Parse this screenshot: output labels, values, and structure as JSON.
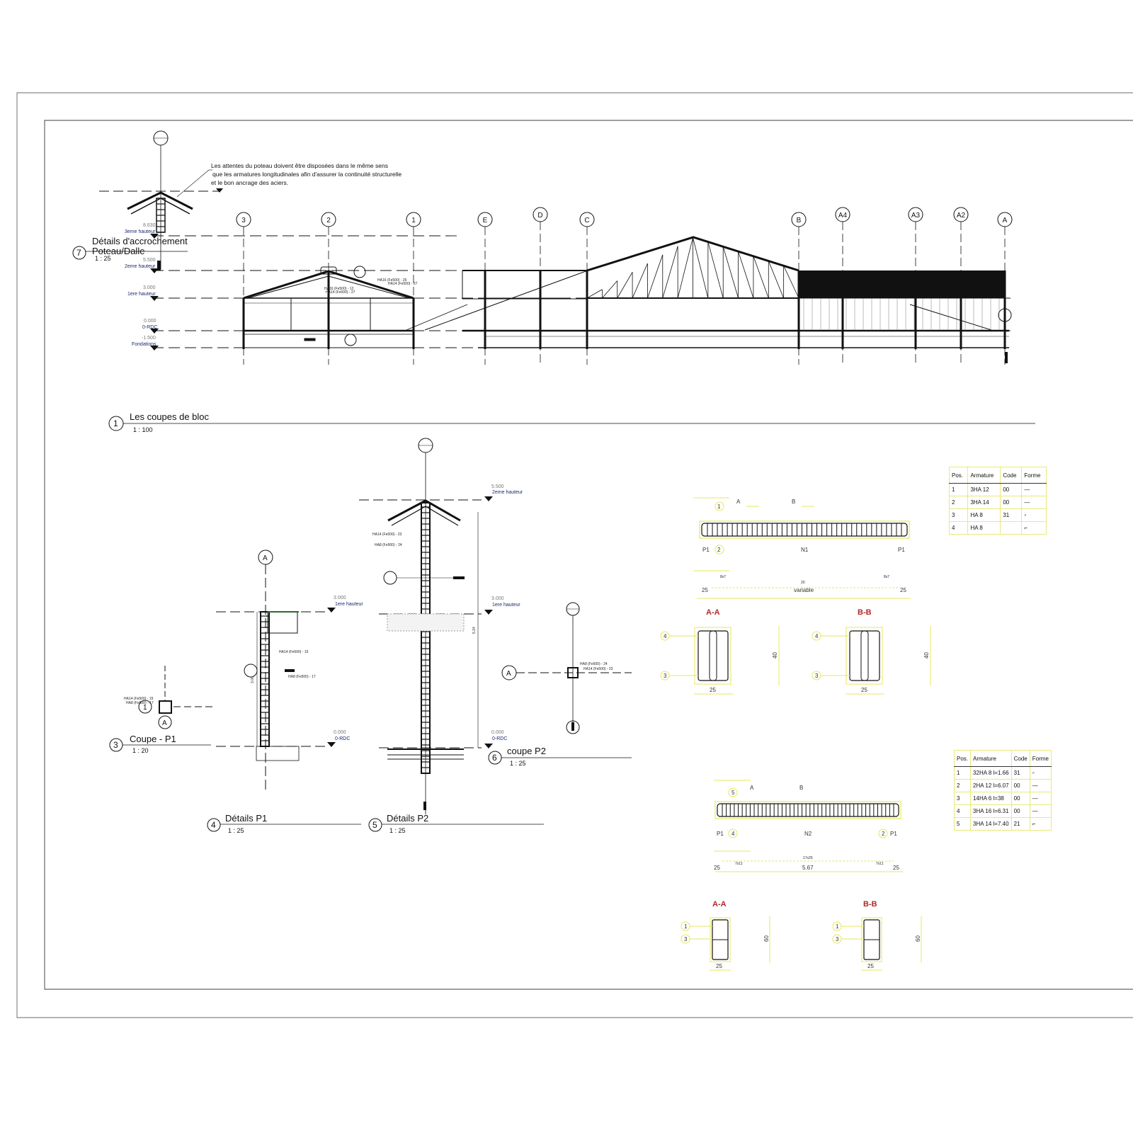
{
  "note": [
    "Les attentes du poteau doivent être disposées dans le même sens",
    "que les armatures longitudinales afin d'assurer la continuité structurelle",
    "et le bon ancrage des aciers."
  ],
  "grid_top": [
    "3",
    "2",
    "1",
    "E",
    "D",
    "C",
    "B",
    "A4",
    "A3",
    "A2",
    "A"
  ],
  "levels": {
    "l3": {
      "value": "8.630",
      "name": "3eme hauteur"
    },
    "l2": {
      "value": "5.500",
      "name": "2eme hauteur"
    },
    "l1": {
      "value": "3.000",
      "name": "1ere hauteur"
    },
    "l0": {
      "value": "0.000",
      "name": "0-RDC"
    },
    "lf": {
      "value": "-1.500",
      "name": "Fondations"
    }
  },
  "views": {
    "v7": {
      "num": "7",
      "title1": "Détails d'accrochement",
      "title2": "Poteau/Dalle",
      "scale": "1 : 25"
    },
    "v1": {
      "num": "1",
      "title": "Les coupes de bloc",
      "scale": "1 : 100"
    },
    "v3": {
      "num": "3",
      "title": "Coupe - P1",
      "scale": "1 : 20"
    },
    "v4": {
      "num": "4",
      "title": "Détails P1",
      "scale": "1 : 25"
    },
    "v5": {
      "num": "5",
      "title": "Détails P2",
      "scale": "1 : 25"
    },
    "v6": {
      "num": "6",
      "title": "coupe P2",
      "scale": "1 : 25"
    }
  },
  "callouts": {
    "top_a": "HA16 (Fe500) - 26",
    "top_b": "HA14 (Fe500) - 27",
    "top_c": "HA16 (Fe500) - 12",
    "top_d": "HA14 (Fe500) - 27",
    "p1_a": "HA14 (Fe500) - 15",
    "p1_b": "HA8 (Fe500) - 17",
    "p2_a": "HA14 (Fe500) - 23",
    "p2_b": "HA8 (Fe500) - 24",
    "c6_a": "HA8 (Fe500) - 24",
    "c6_b": "HA14 (Fe500) - 23",
    "p2_dim": "5.24",
    "p1_dim": "3.00",
    "grid_a": "A"
  },
  "beam_n1": {
    "name": "N1",
    "support": "P1",
    "pos1": "1",
    "pos2": "2",
    "sec_a": "A",
    "sec_b": "B",
    "dim_left": "25",
    "dim_mid": "variable",
    "dim_right": "25",
    "sp_left": "8x7",
    "sp_mid": "20",
    "sp_right": "8x7",
    "section_aa": "A-A",
    "section_bb": "B-B",
    "pos3": "3",
    "pos4": "4",
    "height": "40",
    "width": "25"
  },
  "beam_n2": {
    "name": "N2",
    "support": "P1",
    "pos5": "5",
    "pos4": "4",
    "pos2": "2",
    "sec_a": "A",
    "sec_b": "B",
    "dim_left": "25",
    "dim_mid": "5.67",
    "dim_right": "25",
    "sp_left": "7x11",
    "sp_mid": "17x25",
    "sp_right": "7x11",
    "section_aa": "A-A",
    "section_bb": "B-B",
    "pos1": "1",
    "pos3": "3",
    "height": "60",
    "width": "25"
  },
  "table1": {
    "headers": [
      "Pos.",
      "Armature",
      "Code",
      "Forme"
    ],
    "rows": [
      [
        "1",
        "3HA 12",
        "00"
      ],
      [
        "2",
        "3HA 14",
        "00"
      ],
      [
        "3",
        "HA 8",
        "31"
      ],
      [
        "4",
        "HA 8",
        ""
      ]
    ]
  },
  "table2": {
    "headers": [
      "Pos.",
      "Armature",
      "Code",
      "Forme"
    ],
    "rows": [
      [
        "1",
        "32HA 8  l=1.66",
        "31"
      ],
      [
        "2",
        "2HA 12  l=6.07",
        "00"
      ],
      [
        "3",
        "14HA 6     l=38",
        "00"
      ],
      [
        "4",
        "3HA 16  l=6.31",
        "00"
      ],
      [
        "5",
        "3HA 14  l=7.40",
        "21"
      ]
    ]
  },
  "colors": {
    "line": "#111111",
    "rebar_yellow": "#e6e85a",
    "section_red": "#b02a2a",
    "level_blue": "#1c2a6e"
  }
}
